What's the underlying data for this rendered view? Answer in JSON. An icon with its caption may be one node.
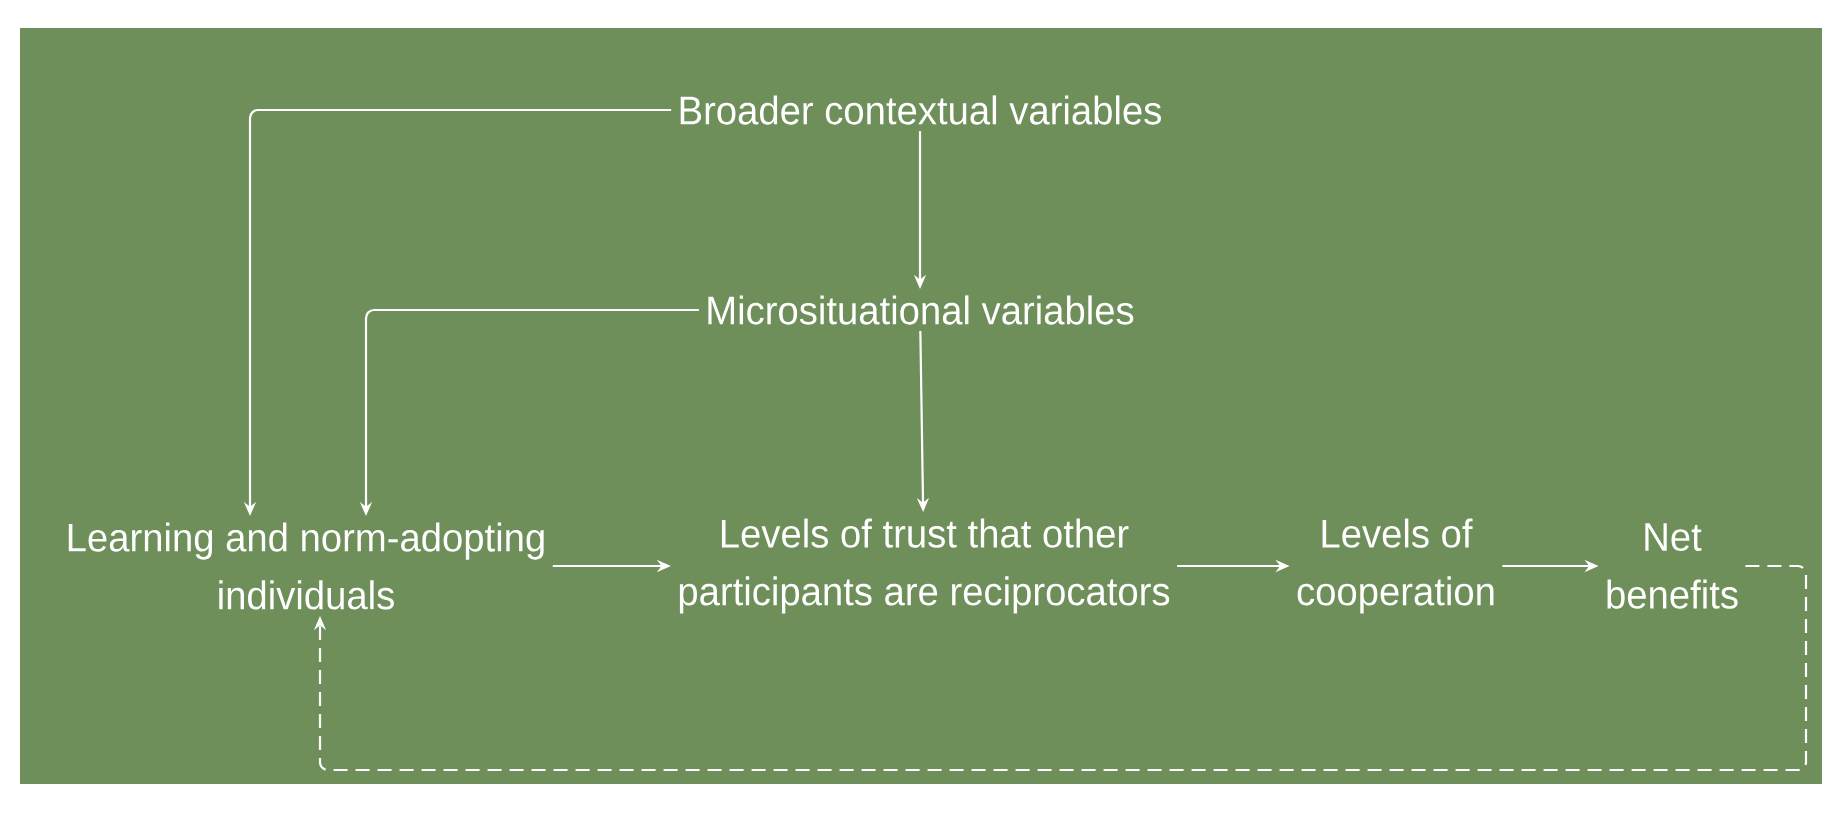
{
  "diagram": {
    "nodes": [
      {
        "text": [
          "Broader contextual variables"
        ]
      },
      {
        "text": [
          "Microsituational variables"
        ]
      },
      {
        "text": [
          "Learning and norm-adopting individuals"
        ]
      },
      {
        "text": [
          "Levels of trust that other participants are reciprocators"
        ]
      },
      {
        "text": [
          "Levels of cooperation"
        ]
      },
      {
        "text": [
          "Net benefits"
        ]
      }
    ],
    "edges": [
      {
        "from": 0,
        "to": 2,
        "arrow": "to"
      },
      {
        "from": 0,
        "to": 1,
        "arrow": "to"
      },
      {
        "from": 1,
        "to": 2,
        "arrow": "to"
      },
      {
        "from": 1,
        "to": 3,
        "arrow": "to"
      },
      {
        "from": 2,
        "to": 3,
        "arrow": "to"
      },
      {
        "from": 3,
        "to": 4,
        "arrow": "to"
      },
      {
        "from": 4,
        "to": 5,
        "arrow": "to"
      },
      {
        "from": 5,
        "to": 2,
        "arrow": "to",
        "style": "dashed"
      }
    ]
  }
}
